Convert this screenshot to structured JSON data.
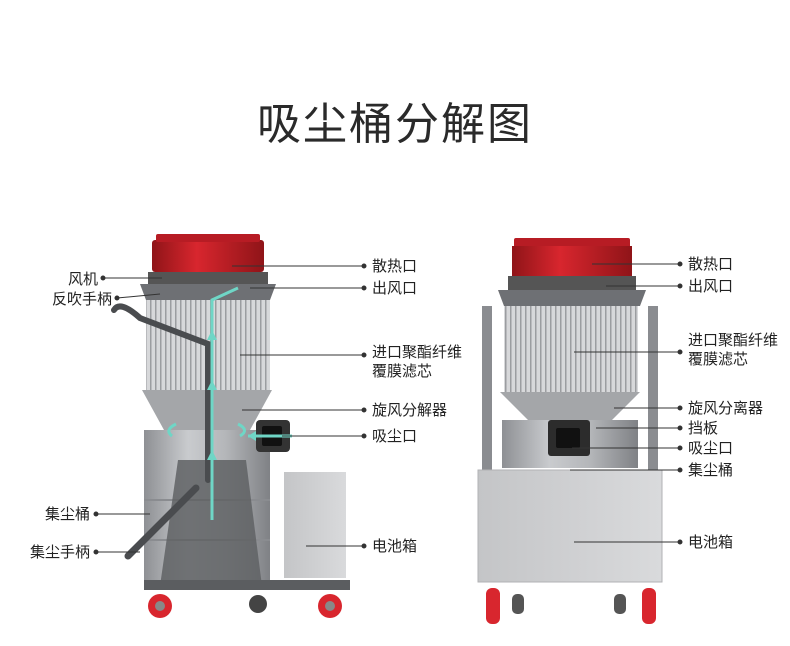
{
  "title": "吸尘桶分解图",
  "left_machine": {
    "labels_left": {
      "fan": "风机",
      "reverse_blow_handle": "反吹手柄",
      "dust_bucket": "集尘桶",
      "dust_handle": "集尘手柄"
    },
    "labels_right": {
      "heat_vent": "散热口",
      "air_outlet": "出风口",
      "filter_line1": "进口聚酯纤维",
      "filter_line2": "覆膜滤芯",
      "cyclone": "旋风分解器",
      "suction_port": "吸尘口",
      "battery_box": "电池箱"
    }
  },
  "right_machine": {
    "labels_right": {
      "heat_vent": "散热口",
      "air_outlet": "出风口",
      "filter_line1": "进口聚酯纤维",
      "filter_line2": "覆膜滤芯",
      "cyclone": "旋风分离器",
      "baffle": "挡板",
      "suction_port": "吸尘口",
      "dust_bucket": "集尘桶",
      "battery_box": "电池箱"
    }
  },
  "colors": {
    "motor_red": "#c8202a",
    "body_gray": "#a7a9ac",
    "battery_gray": "#cfd0d2",
    "airflow": "#6fd6c6",
    "wheel_red": "#d8262e"
  }
}
